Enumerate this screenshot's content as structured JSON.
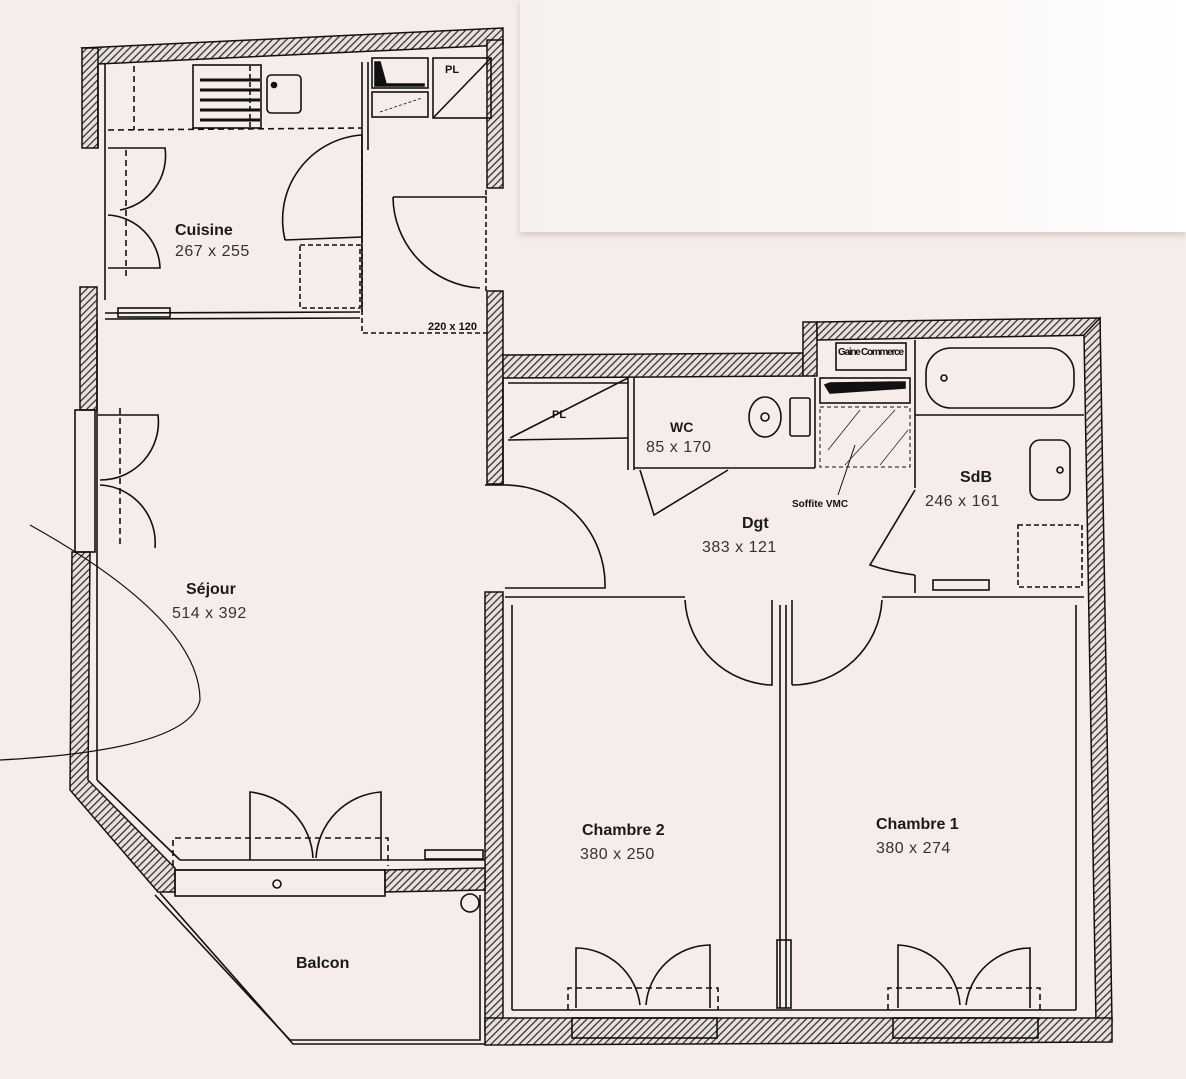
{
  "document": {
    "type": "floor-plan",
    "colors": {
      "background": "#f6ece9",
      "ink": "#111111",
      "wall_hatch": "#2a2626"
    }
  },
  "rooms": {
    "cuisine": {
      "name": "Cuisine",
      "dims": "267 x 255"
    },
    "sejour": {
      "name": "Séjour",
      "dims": "514 x 392"
    },
    "wc": {
      "name": "WC",
      "dims": "85 x 170"
    },
    "dgt": {
      "name": "Dgt",
      "dims": "383 x 121"
    },
    "sdb": {
      "name": "SdB",
      "dims": "246 x 161"
    },
    "chambre2": {
      "name": "Chambre 2",
      "dims": "380 x 250"
    },
    "chambre1": {
      "name": "Chambre 1",
      "dims": "380 x 274"
    },
    "balcon": {
      "name": "Balcon"
    }
  },
  "annotations": {
    "placard_1": "PL",
    "placard_2": "PL",
    "entry_zone": "220 x 120",
    "gaine": "Gaine Commerce",
    "soffite": "Soffite VMC"
  }
}
